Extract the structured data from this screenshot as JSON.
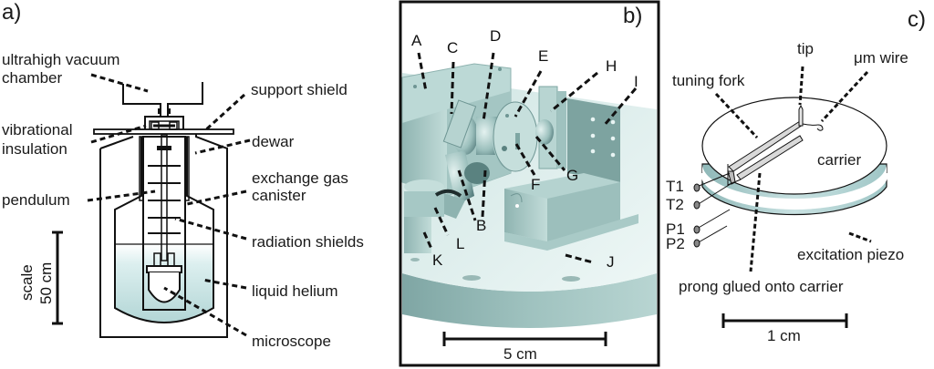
{
  "panels": {
    "a": {
      "letter": "a)",
      "labels": {
        "uhv_line1": "ultrahigh vacuum",
        "uhv_line2": "chamber",
        "support_shield": "support shield",
        "vib_line1": "vibrational",
        "vib_line2": "insulation",
        "dewar": "dewar",
        "exchange_line1": "exchange gas",
        "exchange_line2": "canister",
        "pendulum": "pendulum",
        "radiation_shields": "radiation shields",
        "liquid_helium": "liquid helium",
        "microscope": "microscope"
      },
      "scale": {
        "line1": "scale",
        "line2": "50 cm"
      }
    },
    "b": {
      "letter": "b)",
      "parts": [
        "A",
        "B",
        "C",
        "D",
        "E",
        "F",
        "G",
        "H",
        "I",
        "J",
        "K",
        "L"
      ],
      "scale": "5 cm"
    },
    "c": {
      "letter": "c)",
      "labels": {
        "tip": "tip",
        "um_wire": "μm wire",
        "tuning_fork": "tuning fork",
        "carrier": "carrier",
        "excitation_piezo": "excitation piezo",
        "prong_glued": "prong glued onto carrier"
      },
      "contacts": [
        "T1",
        "T2",
        "P1",
        "P2"
      ],
      "scale": "1 cm"
    }
  },
  "colors": {
    "helium": "#b9dcdc",
    "metal_light": "#d4e8e6",
    "metal_mid": "#a9cbc8",
    "metal_dark": "#6e9593",
    "piezo": "#a8cccc",
    "line": "#111111"
  }
}
